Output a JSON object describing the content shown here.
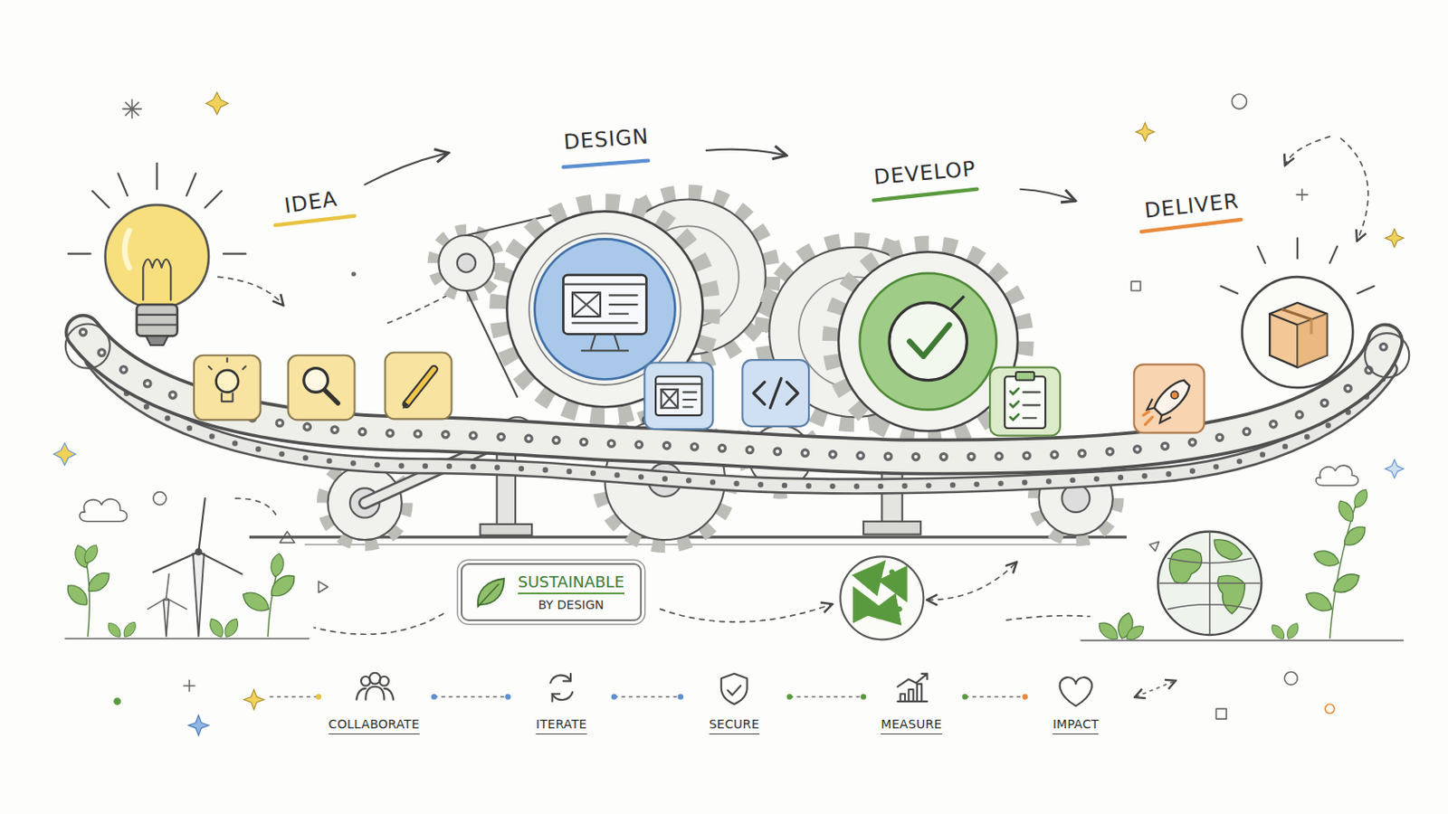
{
  "diagram": {
    "nodes": [
      {
        "text": [
          "SUSTAINABLE",
          "BY DESIGN"
        ]
      }
    ],
    "labels": [
      "IDEA",
      "DESIGN",
      "DEVELOP",
      "DELIVER",
      "COLLABORATE",
      "ITERATE",
      "SECURE",
      "MEASURE",
      "IMPACT"
    ]
  }
}
